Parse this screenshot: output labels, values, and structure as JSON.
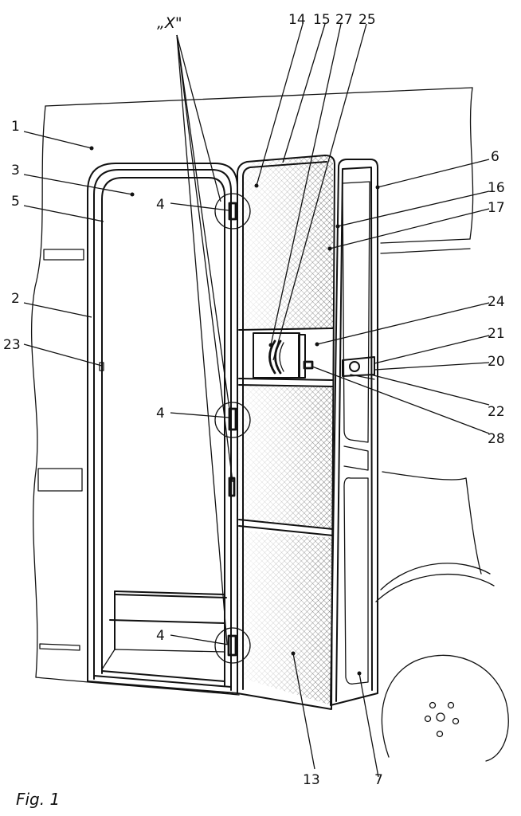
{
  "figure": {
    "caption": "Fig. 1",
    "detail_marker": "„X\""
  },
  "labels": {
    "l1": "1",
    "l2": "2",
    "l3": "3",
    "l4a": "4",
    "l4b": "4",
    "l4c": "4",
    "l5": "5",
    "l6": "6",
    "l7": "7",
    "l13": "13",
    "l14": "14",
    "l15": "15",
    "l16": "16",
    "l17": "17",
    "l20": "20",
    "l21": "21",
    "l22": "22",
    "l23": "23",
    "l24": "24",
    "l25": "25",
    "l27": "27",
    "l28": "28"
  }
}
